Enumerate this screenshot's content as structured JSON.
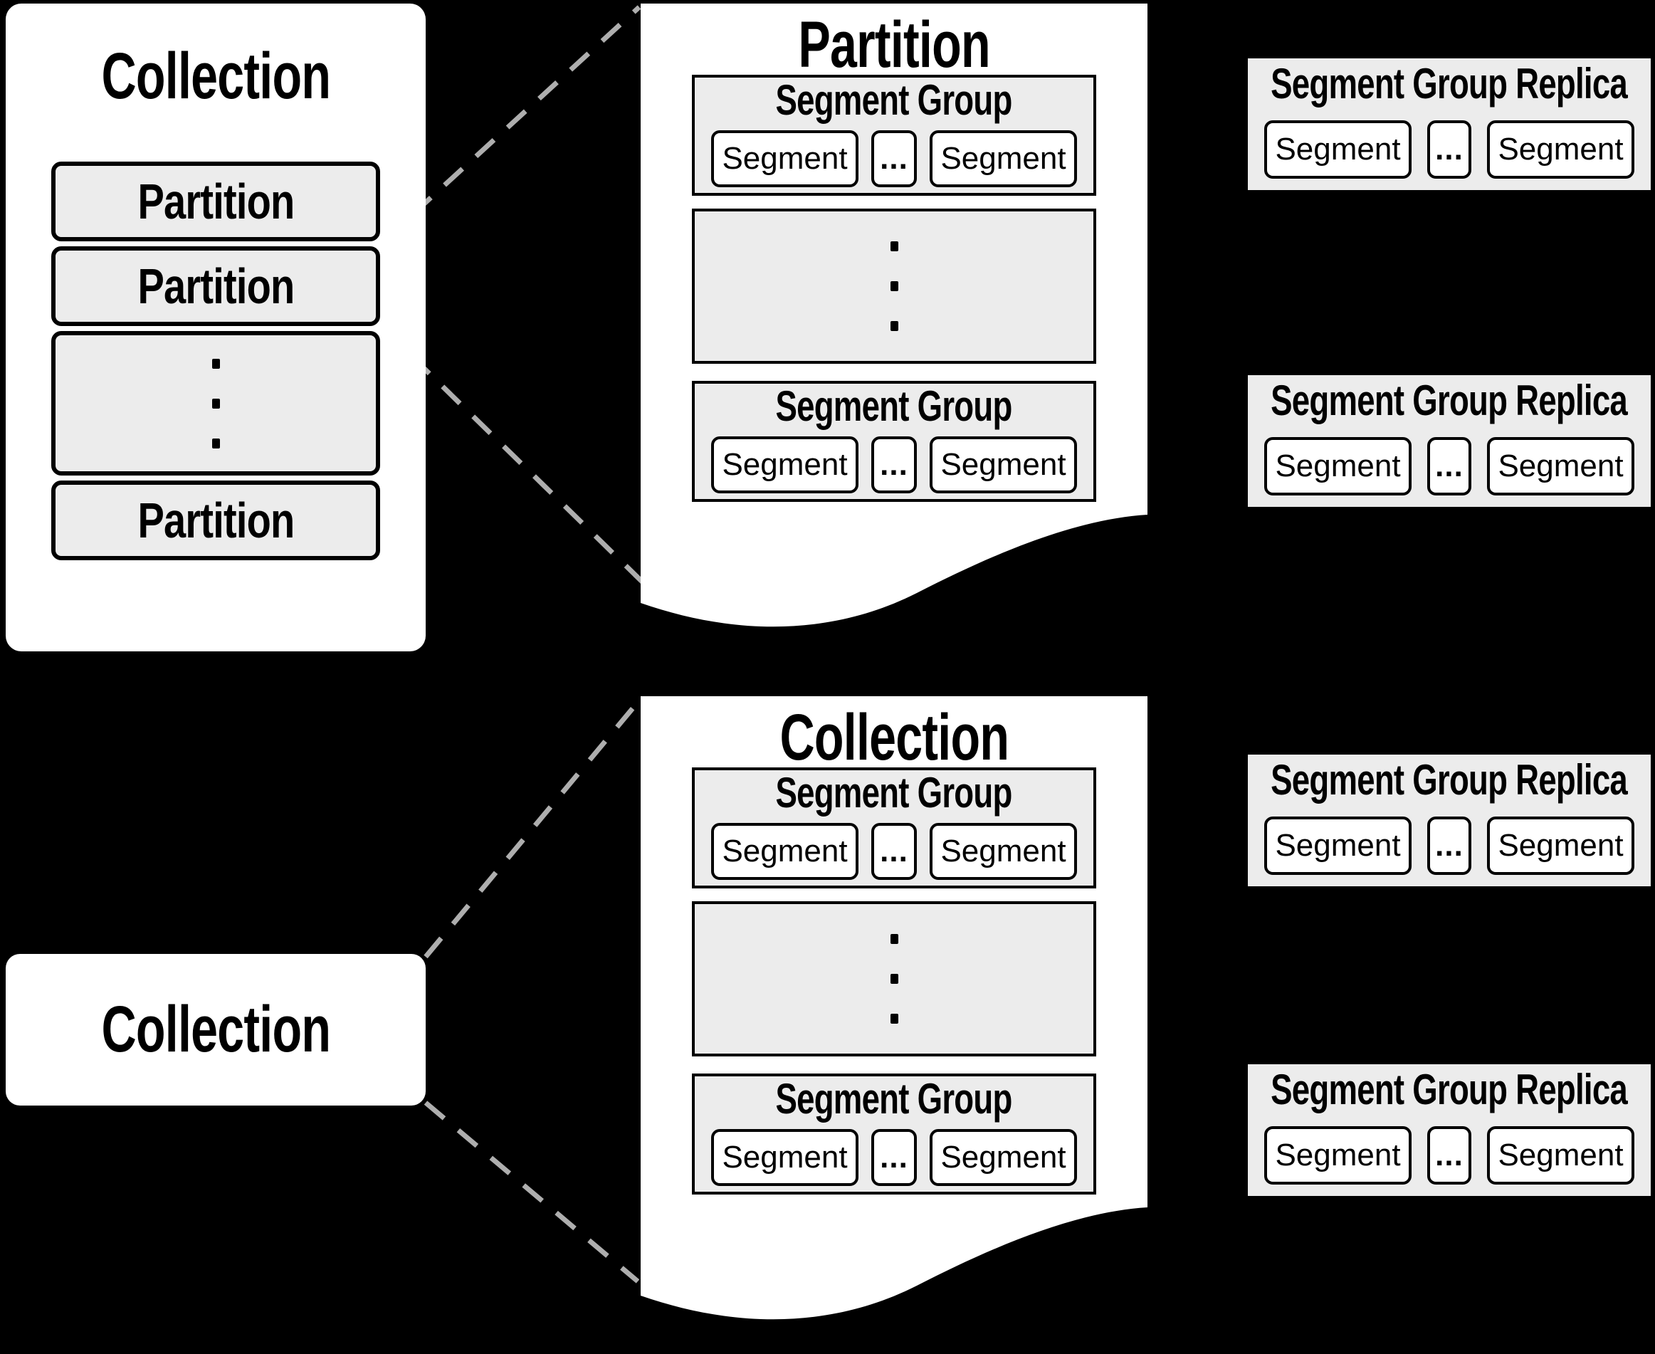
{
  "colors": {
    "background": "#000000",
    "card_bg": "#ffffff",
    "box_bg": "#ececec",
    "border": "#000000",
    "dash_line": "#aeaeae"
  },
  "collection_card": {
    "title": "Collection",
    "rows": [
      "Partition",
      "Partition",
      "Partition"
    ]
  },
  "collection_box": {
    "title": "Collection"
  },
  "pages": [
    {
      "title": "Partition",
      "groups": [
        {
          "title": "Segment Group",
          "cells": [
            "Segment",
            "...",
            "Segment"
          ]
        },
        {
          "title": "Segment Group",
          "cells": [
            "Segment",
            "...",
            "Segment"
          ]
        }
      ]
    },
    {
      "title": "Collection",
      "groups": [
        {
          "title": "Segment Group",
          "cells": [
            "Segment",
            "...",
            "Segment"
          ]
        },
        {
          "title": "Segment Group",
          "cells": [
            "Segment",
            "...",
            "Segment"
          ]
        }
      ]
    }
  ],
  "replicas": [
    {
      "title": "Segment Group Replica",
      "cells": [
        "Segment",
        "...",
        "Segment"
      ]
    },
    {
      "title": "Segment Group Replica",
      "cells": [
        "Segment",
        "...",
        "Segment"
      ]
    },
    {
      "title": "Segment Group Replica",
      "cells": [
        "Segment",
        "...",
        "Segment"
      ]
    },
    {
      "title": "Segment Group Replica",
      "cells": [
        "Segment",
        "...",
        "Segment"
      ]
    }
  ]
}
